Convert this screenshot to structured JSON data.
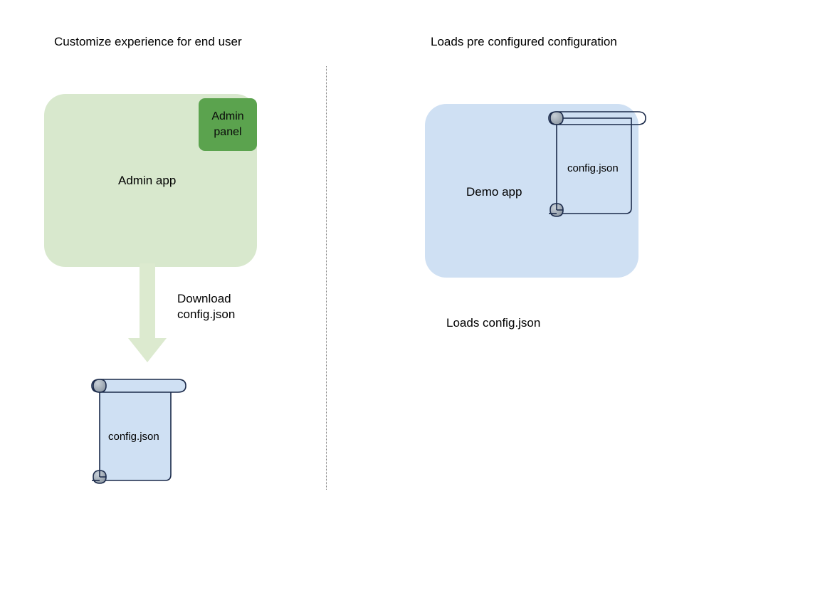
{
  "diagram": {
    "title_left": "Customize experience for end user",
    "title_right": "Loads pre configured configuration"
  },
  "left_flow": {
    "app_label": "Admin app",
    "badge_label": "Admin panel",
    "arrow_label": "Download\nconfig.json",
    "arrow_label_line1": "Download",
    "arrow_label_line2": "config.json",
    "document_label": "config.json"
  },
  "right_flow": {
    "app_label": "Demo app",
    "document_label": "config.json",
    "caption": "Loads config.json"
  },
  "colors": {
    "admin_app_fill": "#d8e8cd",
    "admin_panel_fill": "#5ba34e",
    "demo_app_fill": "#cfe0f3",
    "document_fill": "#cfe0f3",
    "document_stroke": "#1b2a4a",
    "curl_fill": "#9aa5b1",
    "arrow_fill": "#dceacf",
    "divider_stroke": "#7a7a7a",
    "background": "#ffffff",
    "text": "#000000"
  }
}
